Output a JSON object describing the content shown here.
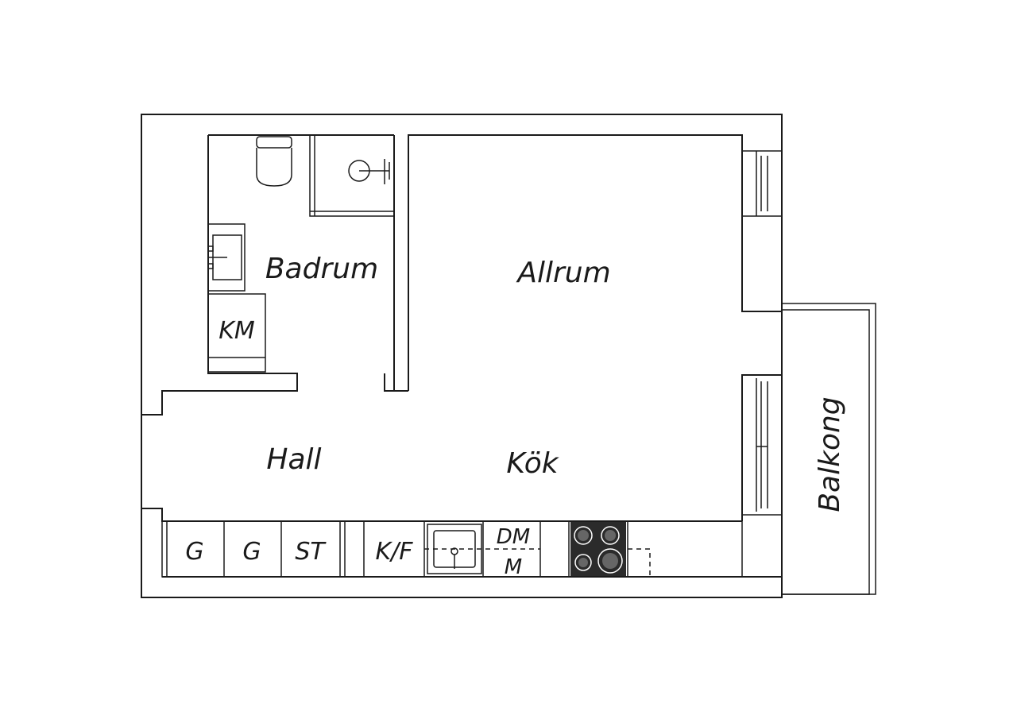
{
  "rooms": {
    "badrum": "Badrum",
    "allrum": "Allrum",
    "hall": "Hall",
    "kok": "Kök",
    "balkong": "Balkong"
  },
  "fixtures": {
    "km": "KM",
    "g1": "G",
    "g2": "G",
    "st": "ST",
    "kf": "K/F",
    "dm": "DM",
    "m": "M"
  },
  "colors": {
    "line": "#1a1a1a",
    "stove": "#2b2b2b",
    "background": "#ffffff"
  }
}
